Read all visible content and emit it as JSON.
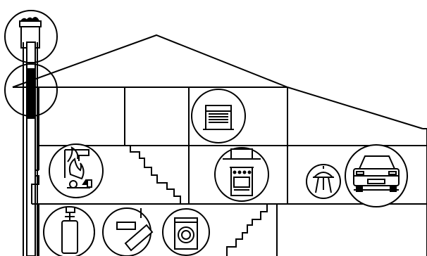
{
  "diagram": {
    "subject": "house-cutaway",
    "colors": {
      "line": "#000000",
      "fill": "#ffffff",
      "flue_dark": "#000000"
    },
    "rooms": [
      "attic",
      "upstairs-left-room",
      "upstairs-right-room",
      "main-floor-left-room",
      "main-floor-stair-hall",
      "main-floor-kitchen",
      "garage",
      "basement"
    ],
    "callouts": [
      {
        "name": "chimney-cap-callout",
        "icon": "chimney-cap-icon"
      },
      {
        "name": "flue-blockage-callout",
        "icon": "flue-blockage-icon"
      },
      {
        "name": "space-heater-callout",
        "icon": "space-heater-icon"
      },
      {
        "name": "fireplace-callout",
        "icon": "fireplace-icon"
      },
      {
        "name": "range-callout",
        "icon": "stove-icon"
      },
      {
        "name": "grill-callout",
        "icon": "bbq-grill-icon"
      },
      {
        "name": "car-callout",
        "icon": "car-icon"
      },
      {
        "name": "water-heater-callout",
        "icon": "water-heater-icon"
      },
      {
        "name": "furnace-callout",
        "icon": "furnace-icon"
      },
      {
        "name": "dryer-callout",
        "icon": "clothes-dryer-icon"
      }
    ]
  }
}
